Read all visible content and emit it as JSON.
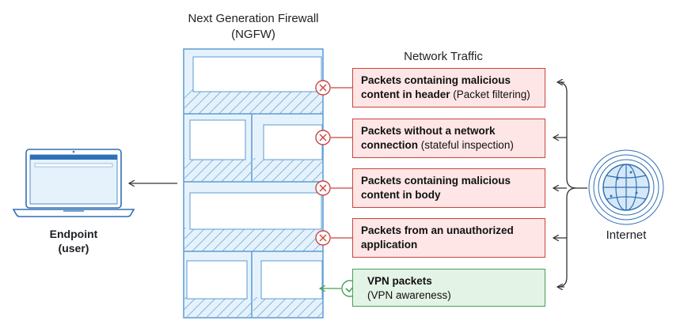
{
  "firewall": {
    "title_line1": "Next Generation Firewall",
    "title_line2": "(NGFW)"
  },
  "traffic_title": "Network Traffic",
  "packets": [
    {
      "bold": "Packets containing malicious content in header",
      "normal": " (Packet filtering)",
      "status": "blocked"
    },
    {
      "bold": "Packets without a network connection",
      "normal": " (stateful inspection)",
      "status": "blocked"
    },
    {
      "bold": "Packets containing malicious content in body",
      "normal": "",
      "status": "blocked"
    },
    {
      "bold": "Packets from an unauthorized application",
      "normal": "",
      "status": "blocked"
    },
    {
      "bold": "VPN packets",
      "normal": "(VPN awareness)",
      "status": "allowed"
    }
  ],
  "endpoint": {
    "line1": "Endpoint",
    "line2": "(user)"
  },
  "internet_label": "Internet",
  "colors": {
    "blocked_border": "#c8453f",
    "blocked_fill": "#fde6e5",
    "allowed_border": "#4a9f5a",
    "allowed_fill": "#e3f3e5",
    "firewall_blue": "#5b9bd5",
    "firewall_fill": "#e6f2fb"
  }
}
